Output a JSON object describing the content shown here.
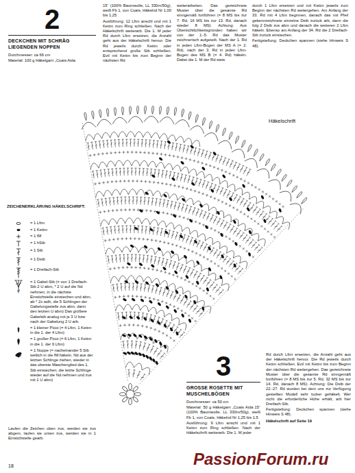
{
  "diagram": {
    "labels": [
      "2",
      "DECKCHEN MIT SCHRÄG LIEGENDEN NOPPEN",
      "Durchmesser: ca 66 cm",
      "Material: 100 g Häkelgarn „Coats Aida",
      "15“ (100% Baumwolle, LL 330m/50g), weiß Fb 1, von Coats, Häkelnd Nr 1,00 bis 1,25",
      "Ausführung: 12 Lftm anschl und mit 1 Kettm zum Ring schließen. Nach der Häkelschrift weiterarb. Die 1. M jeder Rd durch Lftm ersetzen, die Anzahl geht aus der Häkelschrift hervor. Die Rd jeweils durch Kettm oder entsprechend große Stb schließen. Evtl mit Kettm bis zum Beginn der nächsten Rd",
      "weiterarbeiten. Das gezeichnete Muster über die gesamte Rd sinngemäß fortführen (= 8 MS bis zur 7. Rd, 16 MS bis zur 13. Rd, danach wieder 8 MS). Achtung: Aus Übersichtlichkeitsgründen haben wir von der 1.-5. Rd das Muster zeichnerisch aufgeteilt. Nach der 1. Rd in jeden Lftm-Bogen der MS A (= 2. Rd), nach der 3. Rd in jeden Lftm-Bogen des MS B (= 4. Rd) häkeln. Dabei die 1. M der Rd stets",
      "durch 1 Lftm ersetzen und mit Kettm jeweils zum Beginn der nächsten Rd weitergehen. Am Anfang der 33. Rd mit 4 Lftm beginnen, danach das mit Pfeil gekennzeichnete einzelne Dstb zurück arb, dann die folg 2 Dstb zus abm und danach die weiteren 2 Lftm häkeln. Ebenso am Anfang der 34. Rd die 2 Dreifach-Stb zurück einstechen.",
      "Fertigstellung: Deckchen spannen (siehe Hinweis S 48).",
      "Häkelschrift",
      "ZEICHENERKLÄRUNG HÄKELSCHRIFT:",
      "Laufen die Zeichen oben zus, werden sie zus abgem, laufen sie unten zus, werden sie in 1 Einstichstelle gearb.",
      "18",
      "3",
      "GROSSE ROSETTE MIT MUSCHELBÖGEN",
      "Durchmesser: ca 50 cm",
      "Material: 50 g Häkelgarn „Coats Aida 15“ (100% Baumwolle, LL 330m/50g), weiß Fb 1, von Coats, Häkelnd Nr 1,25 bis 1,5",
      "Ausführung: 9 Lftm anschl und mit 1 Kettm zum Ring schließen. Nach der Häkelschrift weiterarb. Die 1. M jeder",
      "Rd durch Lftm ersetzen, die Anzahl geht aus der Häkelschrift hervor. Die Rd jeweils durch Kettm schließen. Evtl mit Kettm bis zum Beginn der nächsten Rd weitergehen. Das gezeichnete Muster über die gesamte Rd sinngemäß fortführen (= 8 MS bis zur 5. Rd, 32 MS bis zur 14. Rd, danach 8 MS). Achtung: Die Dstb der 22.-27. Rd wurden bei dem uns zur Verfügung gestellten Modell sehr locker gehäkelt. Wer nicht die erforderliche Höhe erhält, arb hier Dreifach-Stb.",
      "Fertigstellung: Deckchen spannen (siehe Hinweis S 48).",
      "Häkelschrift auf Seite 19",
      "PassionForum.ru"
    ],
    "legend": [
      {
        "text": "= 1 Lftm"
      },
      {
        "text": "= 1 Kettm"
      },
      {
        "text": "= 1 fM"
      },
      {
        "text": "= 1 hStb"
      },
      {
        "text": "= 1 Stb"
      },
      {
        "text": "= 1 Dstb"
      },
      {
        "text": "= 1 Dreifach-Stb"
      },
      {
        "text": "= 1 Gabel-Stb (= von 1 Dreifach-Stb 2 U abm, * 2 U auf die Nd nehmen, in die nächste Einstichstelle einstechen und abm, ab * 2x wdh, die 5 Schlingen der Gabelungsstelle zus abm, dann den letzten U abm) Das größere Gabelstb analog mit je 3 U bzw nach der Gabelung 2 U arb."
      },
      {
        "text": "= 1 kleiner Picot (= 4 Lftm, 1 Kettm in die 1. der 4 Lftm)"
      },
      {
        "text": "= 1 großer Picot (= 6 Lftm, 1 Kettm in die 1. der 6 Lftm)"
      },
      {
        "text": "= 1 Noppe (= nacheinander 5 Stb seitlich in die fM häkeln. Nd aus der letzten Schlinge ziehen, wieder in das oberste Maschenglied des 1. Stb einstechen, die letzte Schlinge wieder auf die Nd nehmen und zus mit 1 U abm)"
      }
    ]
  }
}
